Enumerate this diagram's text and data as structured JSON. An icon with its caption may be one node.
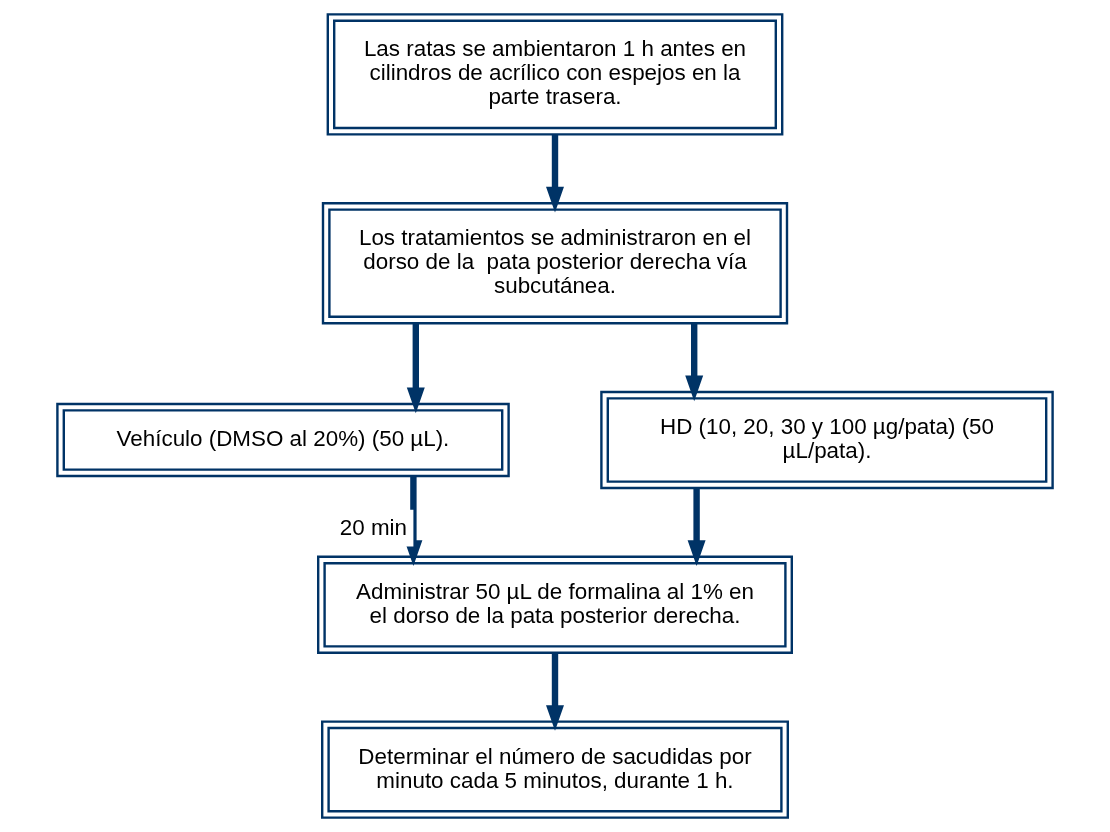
{
  "diagram": {
    "nodes": [
      {
        "text": [
          "Las ratas se ambientaron 1 h antes en cilindros de acrílico con espejos en la parte trasera."
        ]
      },
      {
        "text": [
          "Los tratamientos se administraron en el dorso de la  pata posterior derecha vía subcutánea."
        ]
      },
      {
        "text": [
          "Vehículo (DMSO al 20%) (50 µL)."
        ]
      },
      {
        "text": [
          "HD (10, 20, 30 y 100 µg/pata) (50 µL/pata)."
        ]
      },
      {
        "text": [
          "Administrar 50 µL de formalina al 1% en el dorso de la pata posterior derecha."
        ]
      },
      {
        "text": [
          "Determinar el número de sacudidas por minuto cada 5 minutos, durante 1 h."
        ]
      }
    ],
    "edges": [
      {
        "from": 0,
        "to": 1,
        "arrow": "to"
      },
      {
        "from": 1,
        "to": 2,
        "arrow": "to"
      },
      {
        "from": 1,
        "to": 3,
        "arrow": "to"
      },
      {
        "from": 2,
        "to": 4,
        "arrow": "to",
        "label": "20 min"
      },
      {
        "from": 3,
        "to": 4,
        "arrow": "to"
      },
      {
        "from": 4,
        "to": 5,
        "arrow": "to"
      }
    ]
  }
}
